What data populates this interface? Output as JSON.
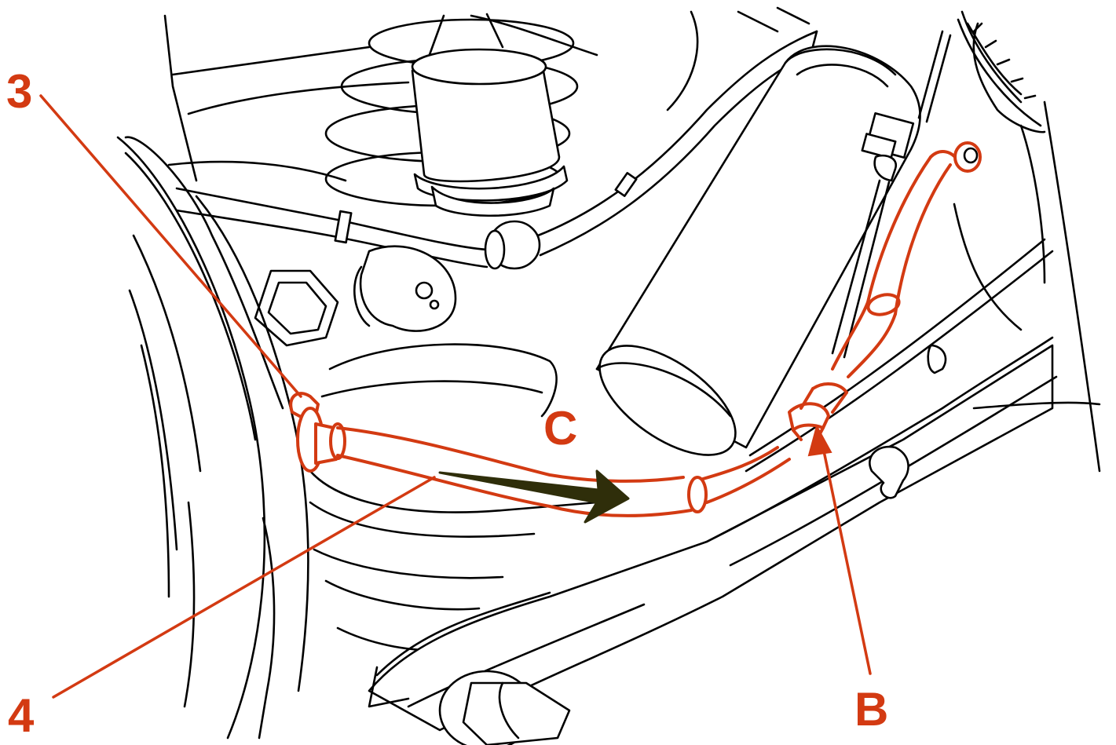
{
  "callouts": {
    "c3": "3",
    "c4": "4",
    "cB": "B",
    "cC": "C"
  },
  "colors": {
    "highlight": "#d33a12",
    "arrow": "#2f2e0a",
    "linework": "#000000"
  }
}
